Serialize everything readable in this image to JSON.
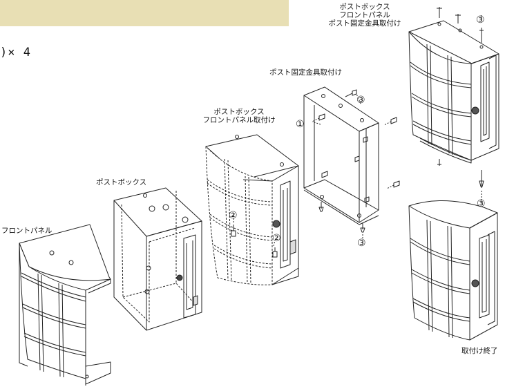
{
  "header": {
    "quantity_text": ")× 4"
  },
  "labels": {
    "front_panel": "フロントパネル",
    "post_box": "ポストボックス",
    "post_box_front_1": "ポストボックス",
    "post_box_front_2": "フロントパネル取付け",
    "bracket": "ポスト固定金具取付け",
    "top_1": "ポストボックス",
    "top_2": "フロントパネル",
    "top_3": "ポスト固定金具取付け",
    "done": "取付け終了"
  },
  "callouts": {
    "c1": "①",
    "c2": "②",
    "c3": "③"
  },
  "colors": {
    "banner": "#e8dfb4",
    "line": "#222222"
  }
}
